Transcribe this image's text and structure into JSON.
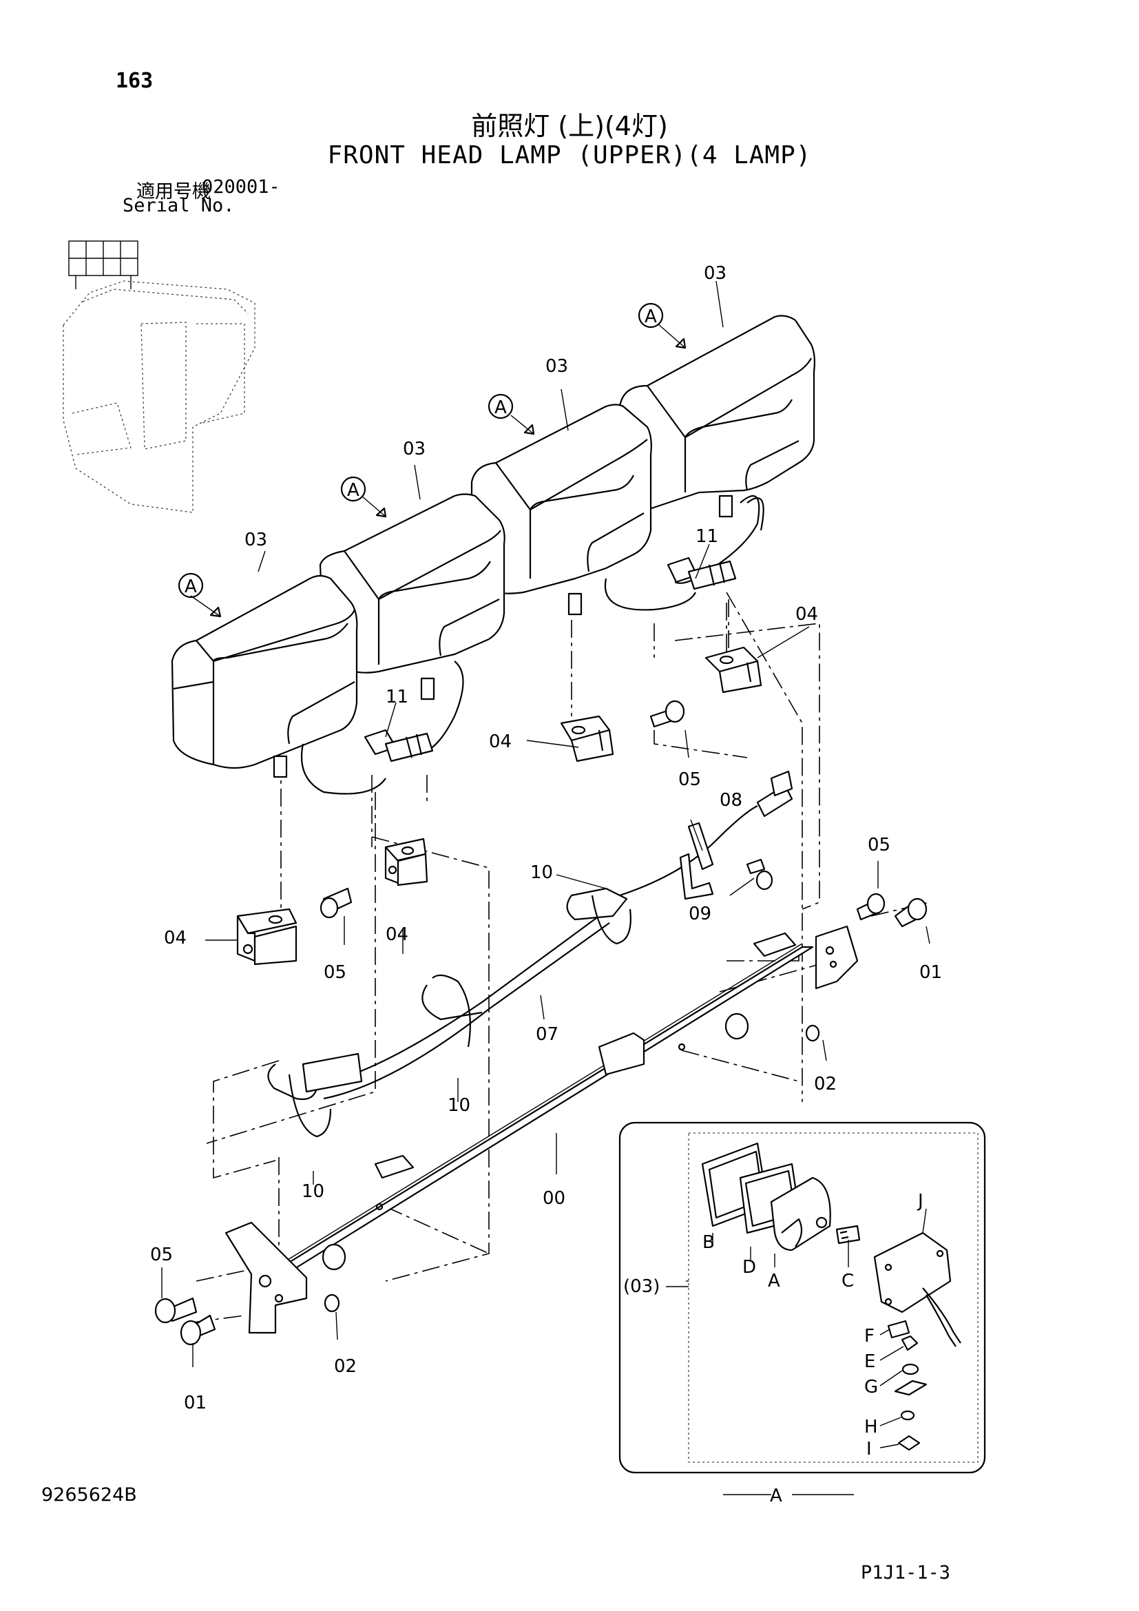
{
  "header": {
    "page_number": "163",
    "title_jp": "前照灯 (上)(4灯)",
    "title_en": "FRONT HEAD LAMP (UPPER)(4 LAMP)",
    "serial_label_jp": "適用号機",
    "serial_number": "020001-",
    "serial_label_en": "Serial No."
  },
  "footer": {
    "document_number": "9265624B",
    "page_reference": "P1J1-1-3"
  },
  "callouts": {
    "c03a": "03",
    "c03b": "03",
    "c03c": "03",
    "c03d": "03",
    "cAa": "A",
    "cAb": "A",
    "cAc": "A",
    "cAd": "A",
    "c11a": "11",
    "c11b": "11",
    "c04a": "04",
    "c04b": "04",
    "c04c": "04",
    "c04d": "04",
    "c05a": "05",
    "c05b": "05",
    "c05c": "05",
    "c05d": "05",
    "c08": "08",
    "c09": "09",
    "c10a": "10",
    "c10b": "10",
    "c10c": "10",
    "c07": "07",
    "c00": "00",
    "c01a": "01",
    "c01b": "01",
    "c02a": "02",
    "c02b": "02"
  },
  "detail": {
    "B": "B",
    "D": "D",
    "A": "A",
    "C": "C",
    "J": "J",
    "F": "F",
    "E": "E",
    "G": "G",
    "H": "H",
    "I": "I",
    "ref": "(03)",
    "view_label": "A"
  }
}
